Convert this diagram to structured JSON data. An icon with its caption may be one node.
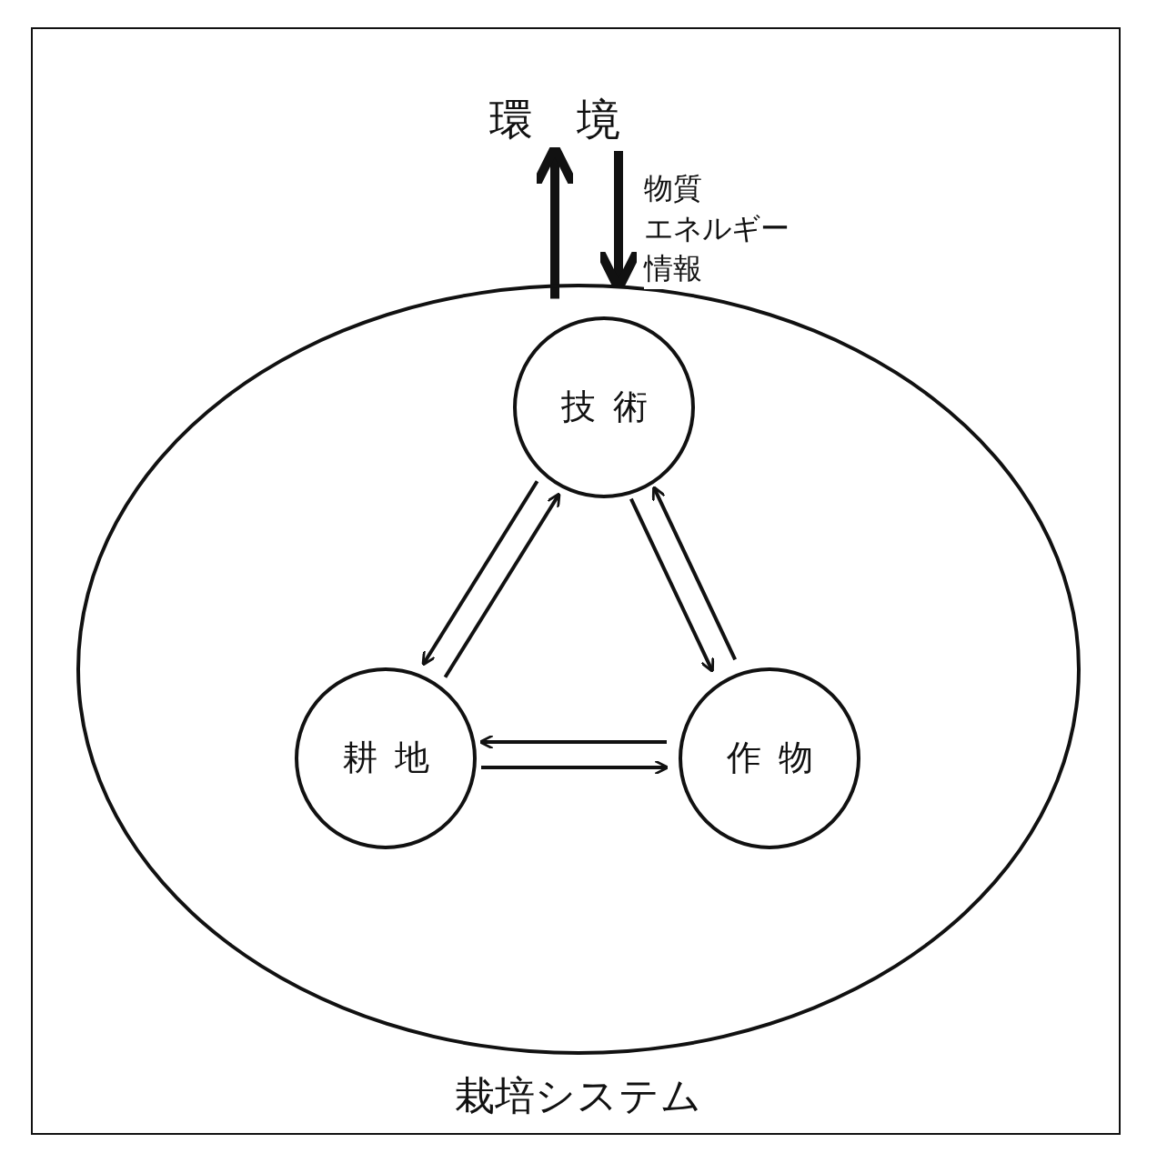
{
  "diagram": {
    "nodes": [
      {
        "text": [
          "栽培システム"
        ]
      },
      {
        "text": [
          "環境"
        ]
      },
      {
        "text": [
          "技術"
        ],
        "in": 0
      },
      {
        "text": [
          "耕地"
        ],
        "in": 0
      },
      {
        "text": [
          "作物"
        ],
        "in": 0
      }
    ],
    "edges": [
      {
        "from": 0,
        "to": 1,
        "arrow": "to",
        "style": "thick"
      },
      {
        "from": 1,
        "to": 0,
        "arrow": "to",
        "style": "thick",
        "label": "物質エネルギー情報"
      },
      {
        "from": 3,
        "to": 2,
        "arrow": "to"
      },
      {
        "from": 2,
        "to": 3,
        "arrow": "to"
      },
      {
        "from": 2,
        "to": 4,
        "arrow": "to"
      },
      {
        "from": 4,
        "to": 2,
        "arrow": "to"
      },
      {
        "from": 3,
        "to": 4,
        "arrow": "to"
      },
      {
        "from": 4,
        "to": 3,
        "arrow": "to"
      }
    ]
  }
}
